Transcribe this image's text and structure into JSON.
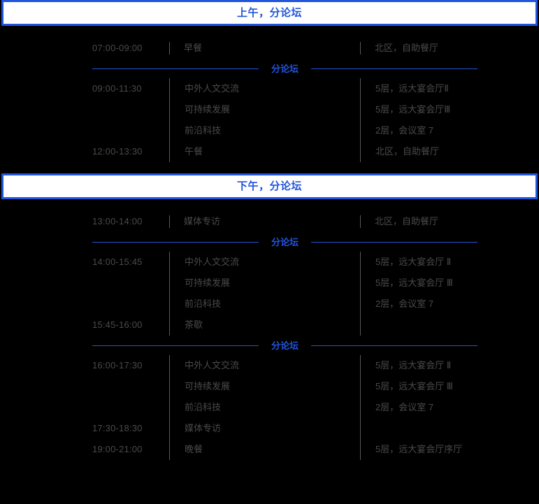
{
  "page": {
    "background_color": "#000000",
    "accent_color": "#2255dd",
    "text_color": "#4a4a4a",
    "header_bg_color": "#ffffff"
  },
  "sections": [
    {
      "title": "上午，分论坛",
      "blocks": [
        {
          "kind": "rows",
          "rule": "short",
          "rows": [
            {
              "time": "07:00-09:00",
              "topic": "早餐",
              "venue": "北区，自助餐厅"
            }
          ]
        },
        {
          "kind": "divider",
          "label": "分论坛"
        },
        {
          "kind": "rows",
          "rule": "full",
          "rows": [
            {
              "time": "09:00-11:30",
              "topic": "中外人文交流",
              "venue": "5层，远大宴会厅Ⅱ"
            },
            {
              "time": "",
              "topic": "可持续发展",
              "venue": "5层，远大宴会厅Ⅲ"
            },
            {
              "time": "",
              "topic": "前沿科技",
              "venue": "2层，会议室 7"
            },
            {
              "time": "12:00-13:30",
              "topic": "午餐",
              "venue": "北区，自助餐厅"
            }
          ]
        }
      ]
    },
    {
      "title": "下午，分论坛",
      "blocks": [
        {
          "kind": "rows",
          "rule": "short",
          "rows": [
            {
              "time": "13:00-14:00",
              "topic": "媒体专访",
              "venue": "北区，自助餐厅"
            }
          ]
        },
        {
          "kind": "divider",
          "label": "分论坛"
        },
        {
          "kind": "rows",
          "rule": "full",
          "rows": [
            {
              "time": "14:00-15:45",
              "topic": "中外人文交流",
              "venue": "5层，远大宴会厅 Ⅱ"
            },
            {
              "time": "",
              "topic": "可持续发展",
              "venue": "5层，远大宴会厅 Ⅲ"
            },
            {
              "time": "",
              "topic": "前沿科技",
              "venue": "2层，会议室 7"
            },
            {
              "time": "15:45-16:00",
              "topic": "茶歇",
              "venue": ""
            }
          ]
        },
        {
          "kind": "divider",
          "label": "分论坛"
        },
        {
          "kind": "rows",
          "rule": "full",
          "rows": [
            {
              "time": "16:00-17:30",
              "topic": "中外人文交流",
              "venue": "5层，远大宴会厅 Ⅱ"
            },
            {
              "time": "",
              "topic": "可持续发展",
              "venue": "5层，远大宴会厅 Ⅲ"
            },
            {
              "time": "",
              "topic": "前沿科技",
              "venue": "2层，会议室 7"
            },
            {
              "time": "17:30-18:30",
              "topic": "媒体专访",
              "venue": ""
            },
            {
              "time": "19:00-21:00",
              "topic": "晚餐",
              "venue": "5层，远大宴会厅序厅"
            }
          ]
        }
      ]
    }
  ]
}
